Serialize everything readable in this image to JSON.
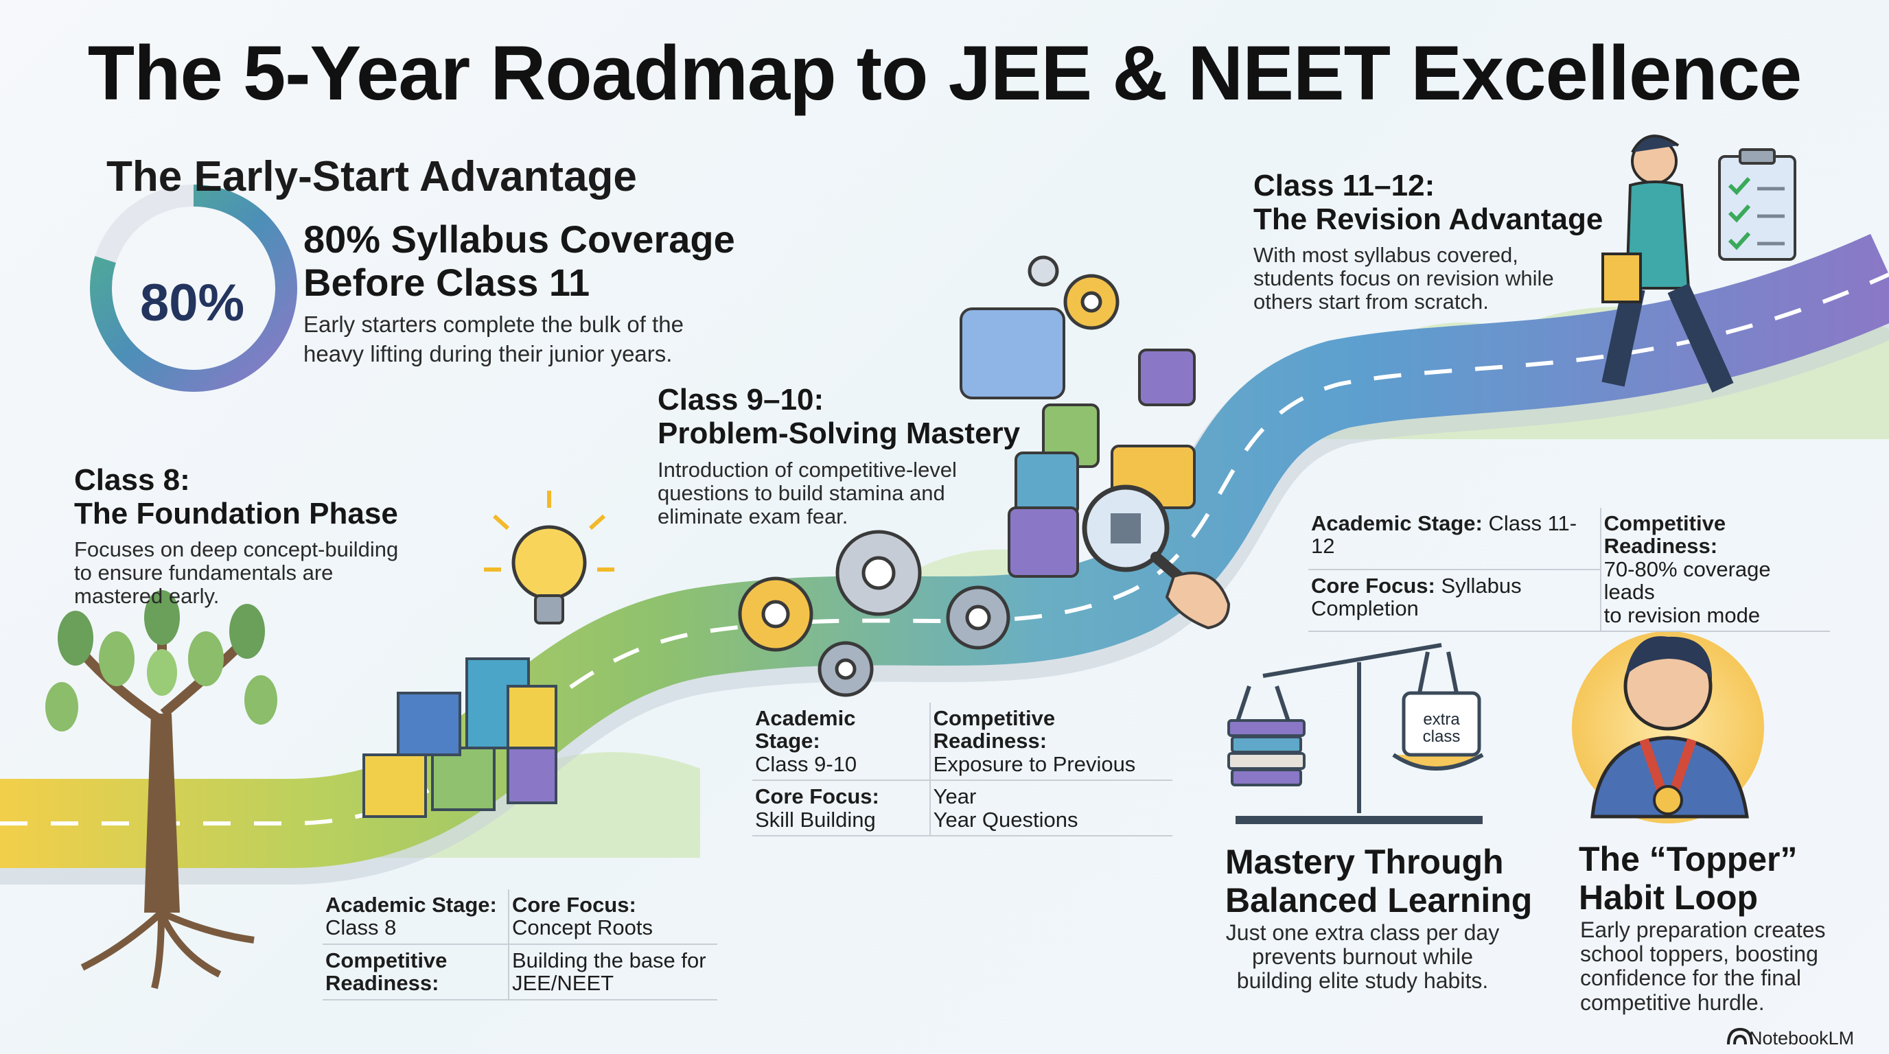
{
  "title": "The 5-Year Roadmap to JEE & NEET Excellence",
  "early_start": {
    "heading": "The Early-Start Advantage",
    "percent_label": "80%",
    "percent_value": 80,
    "coverage_line1": "80% Syllabus Coverage",
    "coverage_line2": "Before Class 11",
    "description_line1": "Early starters complete the bulk of the",
    "description_line2": "heavy lifting during their junior years."
  },
  "class8": {
    "title_line1": "Class 8:",
    "title_line2": "The Foundation Phase",
    "desc_line1": "Focuses on deep concept-building",
    "desc_line2": "to ensure fundamentals are",
    "desc_line3": "mastered early.",
    "table": {
      "academic_stage_label": "Academic Stage:",
      "academic_stage_value": "Class 8",
      "core_focus_label": "Core Focus:",
      "core_focus_value": "Concept Roots",
      "readiness_label_line1": "Competitive",
      "readiness_label_line2": "Readiness:",
      "readiness_value_line1": "Building the base for",
      "readiness_value_line2": "JEE/NEET"
    }
  },
  "class9_10": {
    "title_line1": "Class 9–10:",
    "title_line2": "Problem-Solving Mastery",
    "desc_line1": "Introduction of competitive-level",
    "desc_line2": "questions to build stamina and",
    "desc_line3": "eliminate exam fear.",
    "table": {
      "academic_stage_label": "Academic Stage:",
      "academic_stage_value": "Class 9-10",
      "core_focus_label": "Core Focus:",
      "core_focus_value": "Skill Building",
      "readiness_label": "Competitive Readiness:",
      "readiness_value_line1": "Exposure to Previous",
      "readiness_value_line2": "Year",
      "readiness_value_line3": "Year Questions"
    }
  },
  "class11_12": {
    "title_line1": "Class 11–12:",
    "title_line2": "The Revision Advantage",
    "desc_line1": "With most syllabus covered,",
    "desc_line2": "students focus on revision while",
    "desc_line3": "others start from scratch.",
    "table": {
      "academic_stage_label": "Academic Stage:",
      "academic_stage_value": "Class 11-12",
      "core_focus_label": "Core Focus:",
      "core_focus_value": "Syllabus Completion",
      "readiness_label": "Competitive Readiness:",
      "readiness_value_line1": "70-80% coverage leads",
      "readiness_value_line2": "to revision mode"
    }
  },
  "balanced": {
    "title_line1": "Mastery Through",
    "title_line2": "Balanced Learning",
    "desc_line1": "Just one extra class per day",
    "desc_line2": "prevents burnout while",
    "desc_line3": "building elite study habits.",
    "scale_tag_line1": "extra",
    "scale_tag_line2": "class"
  },
  "topper": {
    "title_line1": "The “Topper”",
    "title_line2": "Habit Loop",
    "desc_line1": "Early preparation creates",
    "desc_line2": "school toppers, boosting",
    "desc_line3": "confidence for the final",
    "desc_line4": "competitive hurdle."
  },
  "brand": "NotebookLM",
  "icons": [
    "donut-progress-icon",
    "tree-icon",
    "lightbulb-icon",
    "blocks-icon",
    "gear-icon",
    "brain-puzzle-icon",
    "magnifier-icon",
    "student-walking-icon",
    "checklist-icon",
    "balance-scale-icon",
    "books-icon",
    "topper-medal-icon",
    "notebooklm-logo-icon"
  ],
  "colors": {
    "road_yellow": "#f2cf4a",
    "road_green": "#93c46a",
    "road_teal": "#5fa8c9",
    "road_purple": "#8a7bc4",
    "donut_start": "#2f8f9f",
    "donut_end": "#8c79c8",
    "title_text": "#111111"
  }
}
